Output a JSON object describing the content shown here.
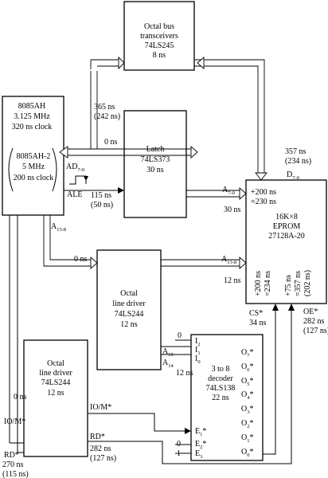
{
  "cpu": {
    "name": "8085AH",
    "freq": "3.125 MHz",
    "clock": "320 ns clock",
    "alt_name": "8085AH-2",
    "alt_freq": "5 MHz",
    "alt_clock": "200 ns clock",
    "ad_pin": "AD",
    "ad_sub": "7-0",
    "ale": "ALE",
    "a_high": "A",
    "a_high_sub": "15-8",
    "iom": "IO/M*",
    "rd": "RD*",
    "rd_time": "270 ns",
    "rd_time_alt": "(115 ns)"
  },
  "transceivers": {
    "line1": "Octal bus",
    "line2": "transceivers",
    "part": "74LS245",
    "time": "8 ns"
  },
  "latch": {
    "name": "Latch",
    "part": "74LS373",
    "time": "30 ns"
  },
  "eprom": {
    "t1": "+200 ns",
    "t2": "=230 ns",
    "size": "16K×8",
    "name": "EPROM",
    "part": "27128A-20",
    "d_pin": "D",
    "d_sub": "7-0",
    "a_low": "A",
    "a_low_sub": "7-0",
    "a_mid": "A",
    "a_mid_sub": "13-8",
    "v1a": "+200 ns",
    "v1b": "=234 ns",
    "v2a": "+75 ns",
    "v2b": "=357 ns",
    "v2c": "(202 ns)",
    "cs": "CS*",
    "cs_time": "34 ns",
    "oe": "OE*",
    "oe_time": "282 ns",
    "oe_time_alt": "(127 ns)"
  },
  "driver_upper": {
    "line1": "Octal",
    "line2": "line driver",
    "part": "74LS244",
    "time": "12 ns"
  },
  "driver_lower": {
    "line1": "Octal",
    "line2": "line driver",
    "part": "74LS244",
    "time": "12 ns"
  },
  "decoder": {
    "line1": "3 to 8",
    "line2": "decoder",
    "part": "74LS138",
    "time": "22 ns",
    "inputs": [
      "I",
      "I",
      "I"
    ],
    "input_subs": [
      "2",
      "1",
      "0"
    ],
    "enables": [
      "E",
      "E",
      "E"
    ],
    "enable_subs": [
      "1",
      "2",
      "3"
    ],
    "enable_suffix": [
      "*",
      "*",
      ""
    ],
    "outputs": [
      "O",
      "O",
      "O",
      "O",
      "O",
      "O",
      "O",
      "O"
    ],
    "output_subs": [
      "7",
      "6",
      "5",
      "4",
      "3",
      "2",
      "1",
      "0"
    ],
    "output_suffix": "*"
  },
  "timings": {
    "bus_365": "365 ns",
    "bus_242": "(242 ns)",
    "ad_0ns": "0 ns",
    "ale_115": "115 ns",
    "ale_50": "(50 ns)",
    "a70_30": "30 ns",
    "a158_0": "0 ns",
    "a138_12": "12 ns",
    "d_357": "357 ns",
    "d_234": "(234 ns)",
    "a14_12": "12 ns",
    "iom_0": "0 ns",
    "iom_out": "IO/M*",
    "rd_out": "RD*",
    "rd_282": "282 ns",
    "rd_127": "(127 ns)",
    "e2_in": "0",
    "e3_in": "1",
    "i2_in": "0",
    "a15": "A",
    "a15_sub": "15",
    "a14": "A",
    "a14_sub": "14"
  }
}
